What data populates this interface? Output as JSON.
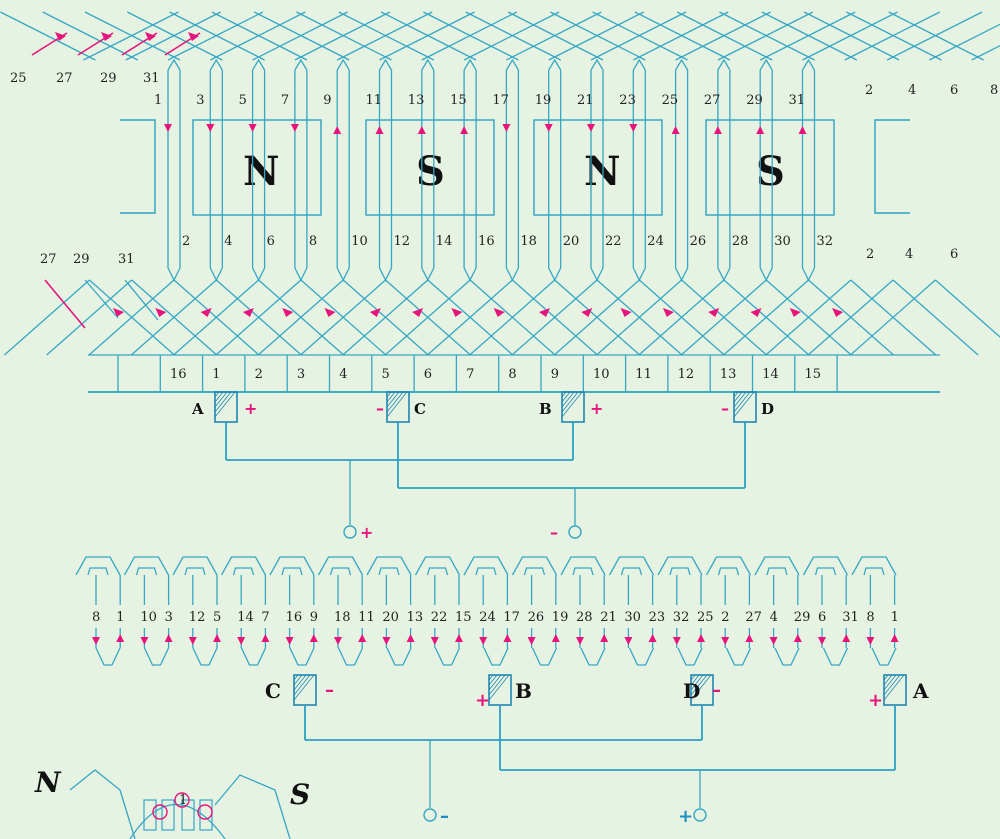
{
  "colors": {
    "background": "#e6f3e3",
    "winding": "#35a7c4",
    "current_arrow": "#e5157c",
    "text": "#222222"
  },
  "poles": [
    {
      "label": "N"
    },
    {
      "label": "S"
    },
    {
      "label": "N"
    },
    {
      "label": "S"
    }
  ],
  "top_far_left_labels": [
    "25",
    "27",
    "29",
    "31"
  ],
  "top_far_right_labels": [
    "2",
    "4",
    "6",
    "8"
  ],
  "top_odd_conductors": [
    "1",
    "3",
    "5",
    "7",
    "9",
    "11",
    "13",
    "15",
    "17",
    "19",
    "21",
    "23",
    "25",
    "27",
    "29",
    "31"
  ],
  "bottom_even_conductors": [
    "2",
    "4",
    "6",
    "8",
    "10",
    "12",
    "14",
    "16",
    "18",
    "20",
    "22",
    "24",
    "26",
    "28",
    "30",
    "32"
  ],
  "bottom_left_labels": [
    "27",
    "29",
    "31"
  ],
  "bottom_right_labels": [
    "2",
    "4",
    "6"
  ],
  "commutator_segments": [
    "16",
    "1",
    "2",
    "3",
    "4",
    "5",
    "6",
    "7",
    "8",
    "9",
    "10",
    "11",
    "12",
    "13",
    "14",
    "15"
  ],
  "brushes_top": [
    {
      "name": "A",
      "sign": "+"
    },
    {
      "name": "C",
      "sign": "–"
    },
    {
      "name": "B",
      "sign": "+"
    },
    {
      "name": "D",
      "sign": "–"
    }
  ],
  "terminals_top": {
    "positive": "+",
    "negative": "–"
  },
  "sequence_numbers": [
    "8",
    "1",
    "10",
    "3",
    "12",
    "5",
    "14",
    "7",
    "16",
    "9",
    "18",
    "11",
    "20",
    "13",
    "22",
    "15",
    "24",
    "17",
    "26",
    "19",
    "28",
    "21",
    "30",
    "23",
    "32",
    "25",
    "2",
    "27",
    "4",
    "29",
    "6",
    "31",
    "8",
    "1"
  ],
  "brushes_bottom": [
    {
      "name": "C",
      "sign": "–"
    },
    {
      "name": "B",
      "sign": "+"
    },
    {
      "name": "D",
      "sign": "–"
    },
    {
      "name": "A",
      "sign": "+"
    }
  ],
  "terminals_bottom": {
    "negative": "–",
    "positive": "+"
  },
  "partial_bottom": {
    "n_label": "N",
    "s_label": "S",
    "conductor_label": "1"
  }
}
